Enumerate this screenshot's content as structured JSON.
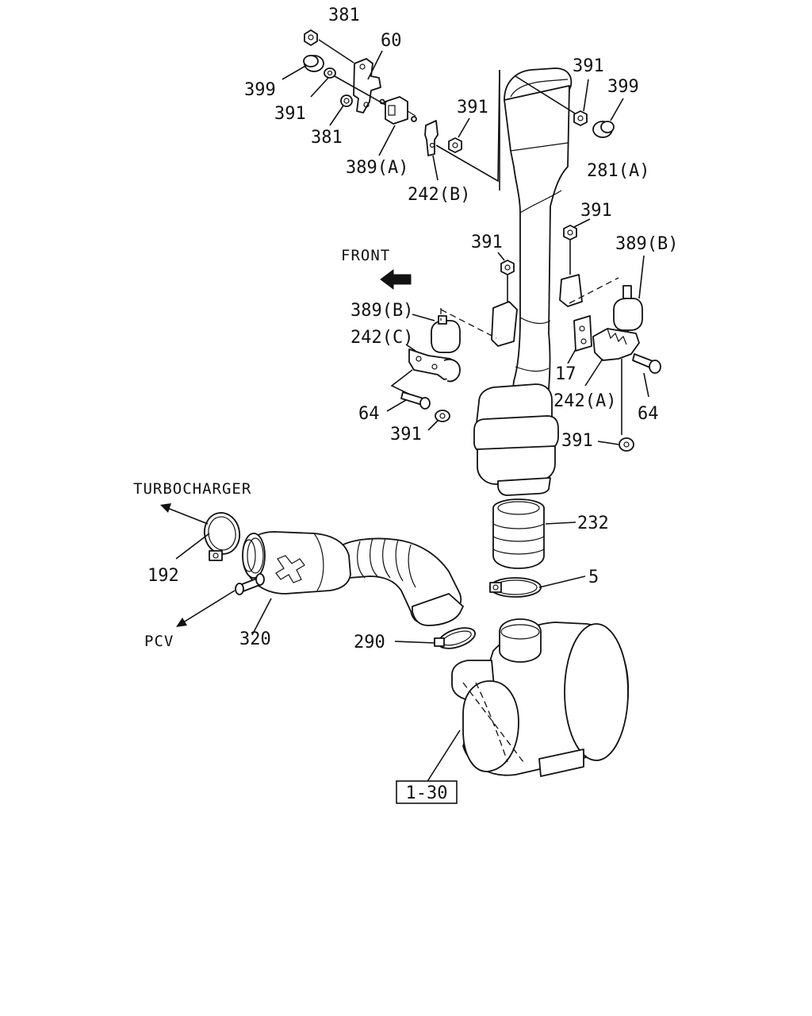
{
  "diagram": {
    "callouts": [
      {
        "id": "c-381-top",
        "text": "381"
      },
      {
        "id": "c-60",
        "text": "60"
      },
      {
        "id": "c-399-left",
        "text": "399"
      },
      {
        "id": "c-391-left",
        "text": "391"
      },
      {
        "id": "c-381-mid",
        "text": "381"
      },
      {
        "id": "c-389a",
        "text": "389(A)"
      },
      {
        "id": "c-391-bolt",
        "text": "391"
      },
      {
        "id": "c-242b",
        "text": "242(B)"
      },
      {
        "id": "c-391-topright",
        "text": "391"
      },
      {
        "id": "c-399-right",
        "text": "399"
      },
      {
        "id": "c-281a",
        "text": "281(A)"
      },
      {
        "id": "c-391-upper",
        "text": "391"
      },
      {
        "id": "c-391-center",
        "text": "391"
      },
      {
        "id": "c-389b-right",
        "text": "389(B)"
      },
      {
        "id": "c-389b-left",
        "text": "389(B)"
      },
      {
        "id": "c-242c",
        "text": "242(C)"
      },
      {
        "id": "c-17",
        "text": "17"
      },
      {
        "id": "c-242a",
        "text": "242(A)"
      },
      {
        "id": "c-64-left",
        "text": "64"
      },
      {
        "id": "c-64-right",
        "text": "64"
      },
      {
        "id": "c-391-lowleft",
        "text": "391"
      },
      {
        "id": "c-391-lowright",
        "text": "391"
      },
      {
        "id": "c-232",
        "text": "232"
      },
      {
        "id": "c-5",
        "text": "5"
      },
      {
        "id": "c-192",
        "text": "192"
      },
      {
        "id": "c-320",
        "text": "320"
      },
      {
        "id": "c-290",
        "text": "290"
      }
    ],
    "directions": {
      "front": "FRONT",
      "turbocharger": "TURBOCHARGER",
      "pcv": "PCV"
    },
    "reference_box": "1-30"
  }
}
